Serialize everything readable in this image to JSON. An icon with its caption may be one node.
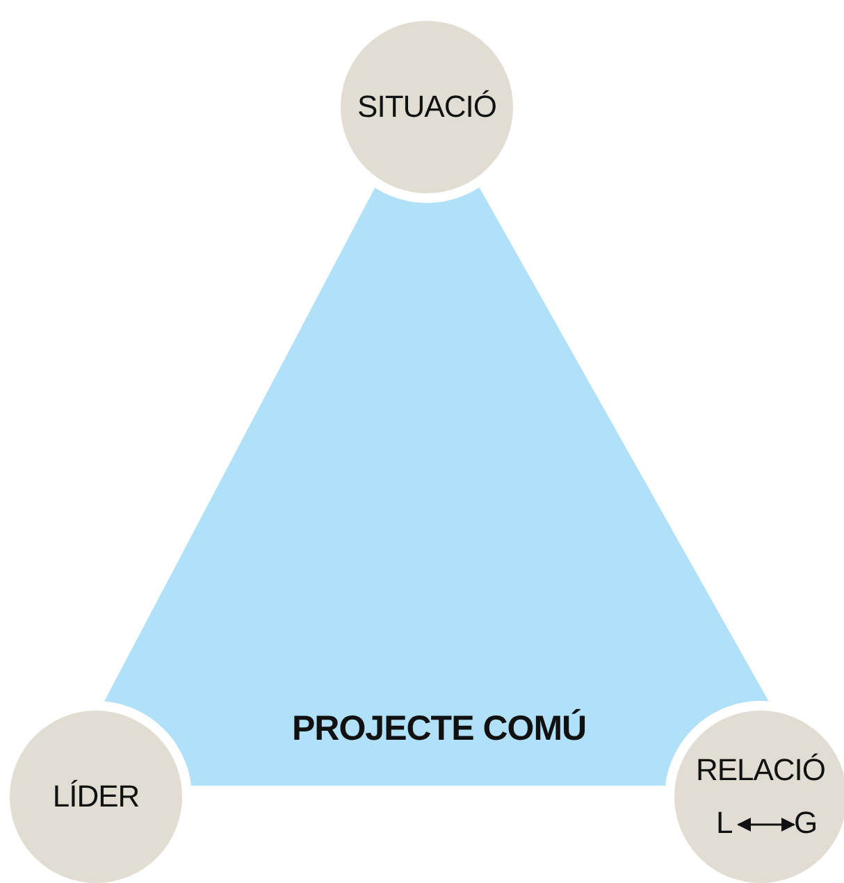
{
  "diagram": {
    "nodes": [
      {
        "text": [
          "PROJECTE COMÚ"
        ]
      },
      {
        "text": [
          "SITUACIÓ"
        ]
      },
      {
        "text": [
          "LÍDER"
        ]
      },
      {
        "text": [
          "RELACIÓ"
        ]
      },
      {
        "text": [
          "L"
        ],
        "in": 3
      },
      {
        "text": [
          "G"
        ],
        "in": 3
      }
    ],
    "edges": [
      {
        "from": 4,
        "to": 5,
        "arrow": "both"
      }
    ]
  }
}
